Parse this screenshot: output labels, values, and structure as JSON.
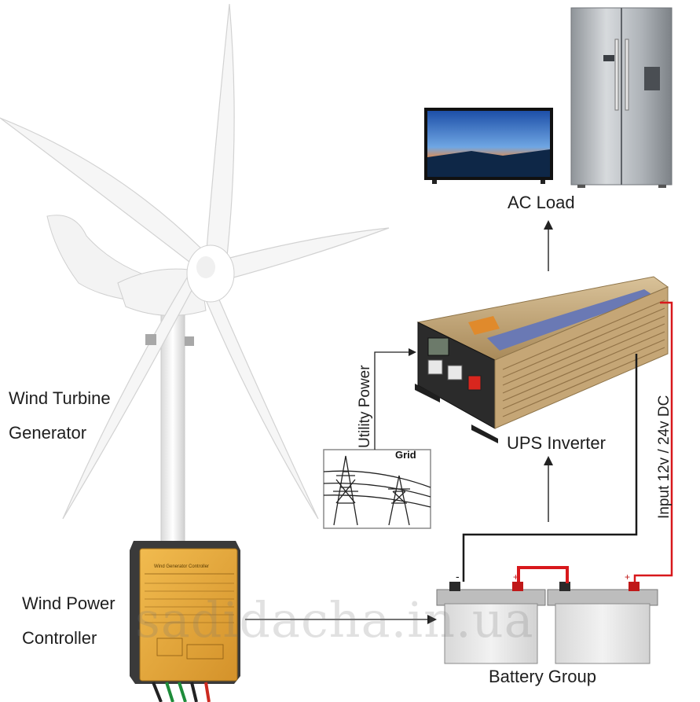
{
  "labels": {
    "ac_load": "AC Load",
    "ups_inverter": "UPS Inverter",
    "wind_turbine_line1": "Wind Turbine",
    "wind_turbine_line2": "Generator",
    "wind_power_line1": "Wind Power",
    "wind_power_line2": "Controller",
    "battery_group": "Battery Group",
    "utility_power": "Utility Power",
    "grid": "Grid",
    "input_dc": "Input 12v / 24v DC",
    "controller_title": "Wind Generator Controller",
    "watermark": "sadidacha.in.ua"
  },
  "colors": {
    "positive_wire": "#d8181c",
    "negative_wire": "#1a1a1a",
    "controller_body": "#e6a93a",
    "inverter_body": "#c7ab7d",
    "inverter_stripe": "#6a79b4",
    "battery_body": "#e7e7e7",
    "text": "#1e1e1e"
  }
}
